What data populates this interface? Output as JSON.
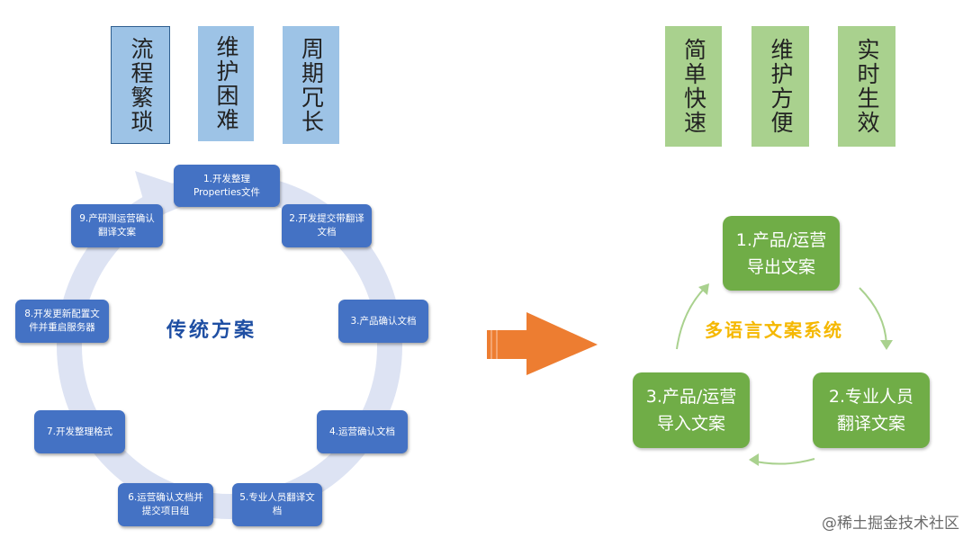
{
  "left_tags": [
    {
      "text": "流程繁琐"
    },
    {
      "text": "维护困难"
    },
    {
      "text": "周期冗长"
    }
  ],
  "right_tags": [
    {
      "text": "简单快速"
    },
    {
      "text": "维护方便"
    },
    {
      "text": "实时生效"
    }
  ],
  "cycle": {
    "title": "传统方案",
    "title_color": "#1f4fa3",
    "steps": [
      "1.开发整理\nProperties文件",
      "2.开发提交带翻译\n文档",
      "3.产品确认文档",
      "4.运营确认文档",
      "5.专业人员翻译文\n档",
      "6.运营确认文档并\n提交项目组",
      "7.开发整理格式",
      "8.开发更新配置文\n件并重启服务器",
      "9.产研测运营确认\n翻译文案"
    ]
  },
  "new_flow": {
    "title": "多语言文案系统",
    "title_color": "#f5b800",
    "steps": [
      "1.产品/运营\n导出文案",
      "2.专业人员\n翻译文案",
      "3.产品/运营\n导入文案"
    ]
  },
  "colors": {
    "blue_tag": "#9dc3e6",
    "green_tag": "#a9d18e",
    "step_blue": "#4472c4",
    "step_green": "#70ad47",
    "arrow_orange": "#ed7d31",
    "ring": "#dde3f3"
  },
  "watermark": "@稀土掘金技术社区"
}
